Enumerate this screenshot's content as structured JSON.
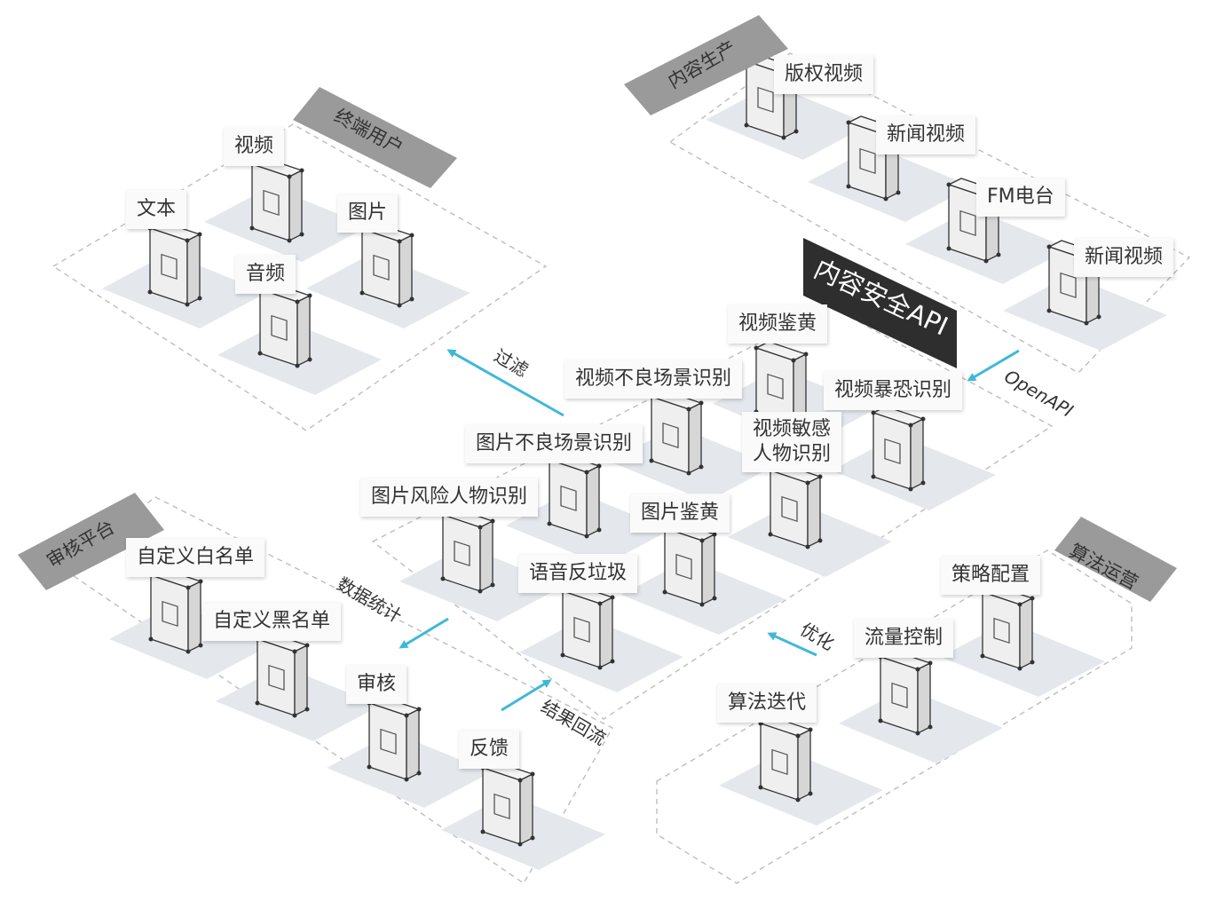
{
  "regions": {
    "end_user": "终端用户",
    "content_production": "内容生产",
    "content_security_api": "内容安全API",
    "review_platform": "审核平台",
    "algorithm_ops": "算法运营"
  },
  "end_user_items": [
    "视频",
    "文本",
    "图片",
    "音频"
  ],
  "production_items": [
    "版权视频",
    "新闻视频",
    "FM电台",
    "新闻视频"
  ],
  "api_items": [
    "视频鉴黄",
    "视频不良场景识别",
    "视频暴恐识别",
    "图片不良场景识别",
    "视频敏感",
    "人物识别",
    "图片风险人物识别",
    "图片鉴黄",
    "语音反垃圾"
  ],
  "review_items": [
    "自定义白名单",
    "自定义黑名单",
    "审核",
    "反馈"
  ],
  "algo_items": [
    "策略配置",
    "流量控制",
    "算法迭代"
  ],
  "flows": {
    "filter": "过滤",
    "openapi": "OpenAPI",
    "data_stats": "数据统计",
    "result_return": "结果回流",
    "optimize": "优化"
  },
  "colors": {
    "arrow": "#3fb8d8",
    "region_tag": "#9a9a9a",
    "api_tag": "#2e2e2e",
    "dashed": "#bdbdbd",
    "shadow": "#e3e7ec"
  }
}
